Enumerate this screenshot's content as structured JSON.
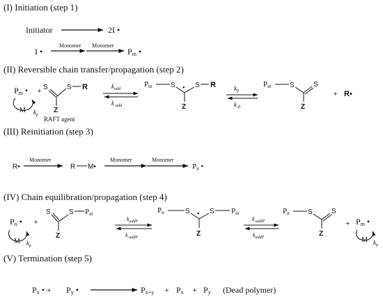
{
  "headings": {
    "step1": "(I) Initiation (step 1)",
    "step2": "(II) Reversible chain transfer/propagation (step 2)",
    "step3": "(III) Reinitiation (step 3)",
    "step4": "(IV) Chain equilibration/propagation (step 4)",
    "step5": "(V) Termination (step 5)"
  },
  "symbols": {
    "radical_dot": "•",
    "plus": "+",
    "S": "S",
    "R": "R",
    "Z": "Z",
    "M": "M",
    "P": "P",
    "m": "m",
    "n": "n",
    "x": "x",
    "y": "y",
    "xy": "x+y",
    "k": "k",
    "p": "p"
  },
  "step1": {
    "initiator": "Initiator",
    "product": "2I",
    "radical_I": "I",
    "arrow1_label": "Monomer",
    "arrow2_label": "Monomer"
  },
  "step2": {
    "raft_agent_label": "RAFT agent",
    "k_add_sub": "add",
    "k_minus_add_sub": "-add",
    "k_beta_sub": "β",
    "k_minus_beta_sub": "-β"
  },
  "step3": {
    "arrow1_label": "Monomer",
    "arrow2_label": "Monomer",
    "arrow3_label": "Monomer"
  },
  "step4": {
    "k_addP_sub": "-addP",
    "k_addP_lower_sub": "addP"
  },
  "step5": {
    "dead_polymer": "(Dead polymer)"
  }
}
